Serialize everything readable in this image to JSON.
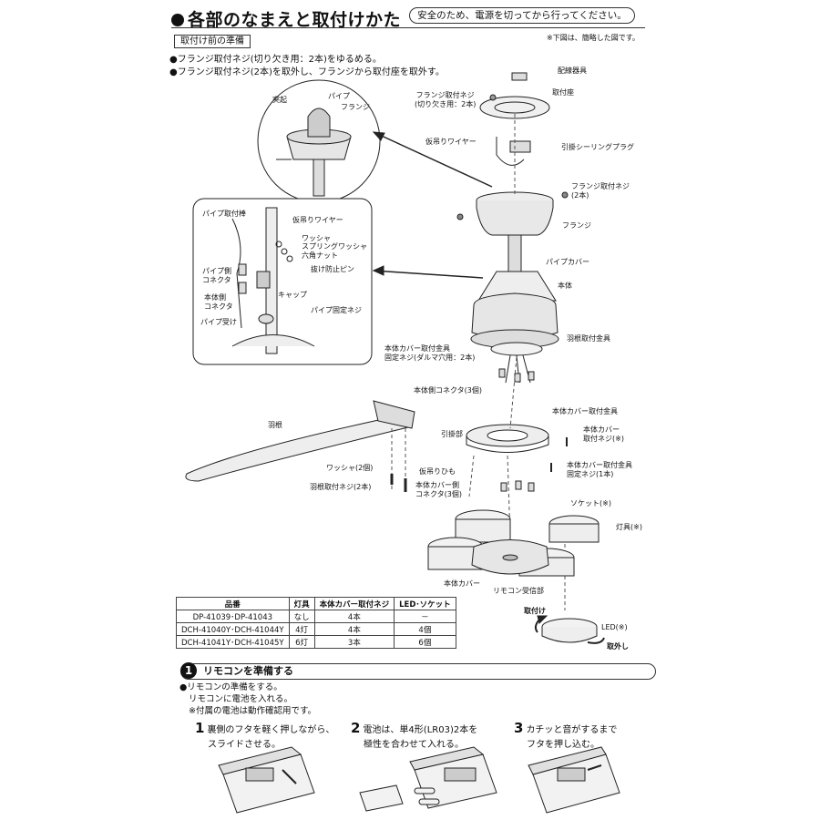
{
  "header": {
    "title": "各部のなまえと取付けかた",
    "safety_note": "安全のため、電源を切ってから行ってください。",
    "diagram_note": "※下図は、簡略した図です。"
  },
  "prep": {
    "heading": "取付け前の準備",
    "bullets": [
      "●フランジ取付ネジ(切り欠き用：2本)をゆるめる。",
      "●フランジ取付ネジ(2本)を取外し、フランジから取付座を取外す。"
    ]
  },
  "labels": {
    "inset1": {
      "protrusion": "突起",
      "pipe": "パイプ",
      "flange": "フランジ"
    },
    "inset2": {
      "pipe_rod": "パイプ取付棒",
      "temp_wire": "仮吊りワイヤー",
      "washer": "ワッシャ",
      "spring_washer": "スプリングワッシャ",
      "hex_nut": "六角ナット",
      "pin": "抜け防止ピン",
      "pipe_connector": "パイプ側\nコネクタ",
      "cap": "キャップ",
      "body_connector": "本体側\nコネクタ",
      "pipe_screw": "パイプ固定ネジ",
      "pipe_receiver": "パイプ受け"
    },
    "main": {
      "wiring": "配線器具",
      "flange_screw_notch": "フランジ取付ネジ\n(切り欠き用：2本)",
      "mount_base": "取付座",
      "temp_wire": "仮吊りワイヤー",
      "ceiling_plug": "引掛シーリングプラグ",
      "flange_screw2": "フランジ取付ネジ\n(2本)",
      "flange": "フランジ",
      "pipe_cover": "パイプカバー",
      "body": "本体",
      "blade_bracket": "羽根取付金具",
      "cover_bracket_screw": "本体カバー取付金具\n固定ネジ(ダルマ穴用：2本)",
      "body_connector": "本体側コネクタ(3個)",
      "blade": "羽根",
      "cover_bracket": "本体カバー取付金具",
      "hook": "引掛部",
      "cover_screw": "本体カバー\n取付ネジ(※)",
      "bracket_fix_screw": "本体カバー取付金具\n固定ネジ(1本)",
      "washer2": "ワッシャ(2個)",
      "temp_string": "仮吊りひも",
      "blade_screw": "羽根取付ネジ(2本)",
      "cover_connector": "本体カバー側\nコネクタ(3個)",
      "socket": "ソケット(※)",
      "light": "灯具(※)",
      "body_cover": "本体カバー",
      "receiver": "リモコン受信部",
      "attach": "取付け",
      "led": "LED(※)",
      "detach": "取外し"
    }
  },
  "spec_table": {
    "headers": [
      "品番",
      "灯具",
      "本体カバー取付ネジ",
      "LED･ソケット"
    ],
    "rows": [
      [
        "DP-41039･DP-41043",
        "なし",
        "4本",
        "－"
      ],
      [
        "DCH-41040Y･DCH-41044Y",
        "4灯",
        "4本",
        "4個"
      ],
      [
        "DCH-41041Y･DCH-41045Y",
        "6灯",
        "3本",
        "6個"
      ]
    ]
  },
  "remote": {
    "num": "1",
    "title": "リモコンを準備する",
    "lines": [
      "●リモコンの準備をする。",
      "リモコンに電池を入れる。",
      "※付属の電池は動作確認用です。"
    ],
    "steps": [
      {
        "num": "1",
        "line1": "裏側のフタを軽く押しながら、",
        "line2": "スライドさせる。"
      },
      {
        "num": "2",
        "line1": "電池は、単4形(LR03)2本を",
        "line2": "極性を合わせて入れる。"
      },
      {
        "num": "3",
        "line1": "カチッと音がするまで",
        "line2": "フタを押し込む。"
      }
    ]
  }
}
